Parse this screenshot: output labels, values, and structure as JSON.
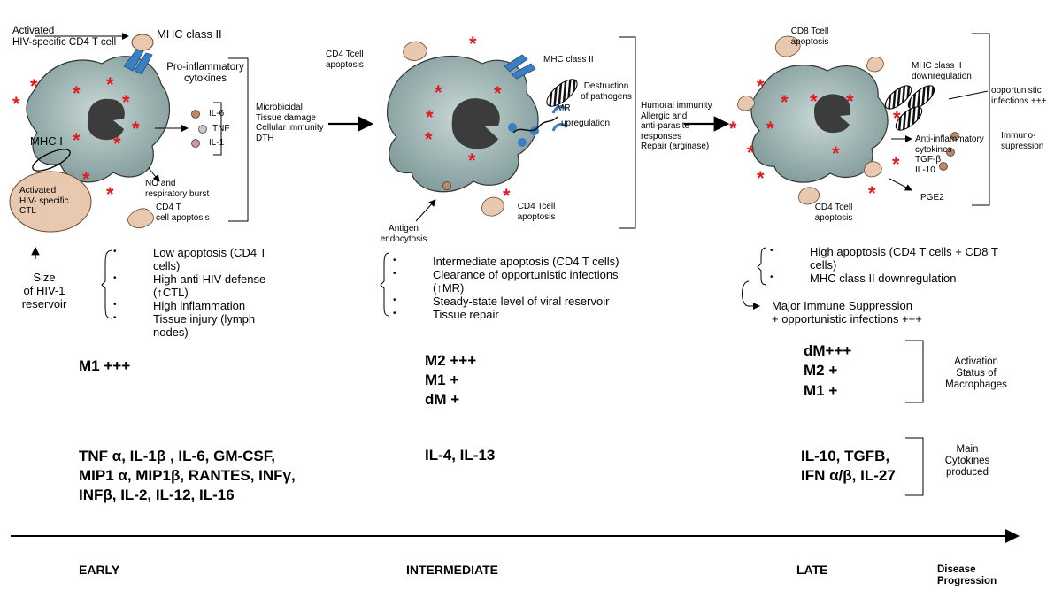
{
  "early": {
    "activated_cd4": "Activated\nHIV-specific CD4 T cell",
    "mhc_class_ii": "MHC class II",
    "pro_inflammatory": "Pro-inflammatory\ncytokines",
    "cytokines": [
      "IL-6",
      "TNF",
      "IL-1"
    ],
    "effects": "Microbicidal\nTissue damage\nCellular immunity\nDTH",
    "mhc_i": "MHC I",
    "ctl": "Activated\nHIV- specific\nCTL",
    "no_burst": "NO and\nrespiratory burst",
    "cd4_apoptosis": "CD4 T\ncell apoptosis",
    "reservoir_label": "Size\nof HIV-1\nreservoir",
    "bullets": [
      "Low apoptosis (CD4 T\ncells)",
      "High anti-HIV defense\n(↑CTL)",
      "High inflammation",
      "Tissue injury (lymph\nnodes)"
    ],
    "activation": [
      "M1 +++"
    ],
    "cytokines_produced": "TNF α, IL-1β , IL-6, GM-CSF,\nMIP1 α, MIP1β, RANTES, INFγ,\nINFβ, IL-2, IL-12, IL-16",
    "stage": "EARLY"
  },
  "intermediate": {
    "cd4_apoptosis_top": "CD4 Tcell\napoptosis",
    "mhc_class_ii": "MHC class II",
    "destruction": "Destruction\nof pathogens",
    "mr": "MR",
    "upregulation": "upregulation",
    "effects": "Humoral immunity\nAllergic and\nanti-parasite\nresponses\nRepair (arginase)",
    "antigen": "Antigen\nendocytosis",
    "cd4_apoptosis_bottom": "CD4 Tcell\napoptosis",
    "bullets": [
      "Intermediate apoptosis (CD4 T cells)",
      "Clearance of opportunistic infections\n(↑MR)",
      "Steady-state level of viral reservoir",
      "Tissue repair"
    ],
    "activation": [
      "M2 +++",
      "M1 +",
      "dM +"
    ],
    "cytokines_produced": "IL-4, IL-13",
    "stage": "INTERMEDIATE"
  },
  "late": {
    "cd8_apoptosis": "CD8 Tcell\napoptosis",
    "mhc_down": "MHC class II\ndownregulation",
    "opportunistic": "opportunistic\ninfections +++",
    "anti_inflammatory": "Anti-inflammatory\ncytokines\nTGF-β\nIL-10",
    "immuno": "Immuno-\nsupression",
    "pge2": "PGE2",
    "cd4_apoptosis": "CD4 Tcell\napoptosis",
    "bullets": [
      "High apoptosis (CD4 T cells + CD8 T\ncells)",
      "MHC class II downregulation"
    ],
    "suppression": "Major Immune Suppression\n+ opportunistic infections +++",
    "activation": [
      "dM+++",
      "M2 +",
      "M1 +"
    ],
    "cytokines_produced": "IL-10, TGFB,\nIFN α/β, IL-27",
    "stage": "LATE"
  },
  "right_labels": {
    "activation_status": "Activation\nStatus of\nMacrophages",
    "main_cytokines": "Main\nCytokines\nproduced",
    "disease_progression": "Disease\nProgression"
  },
  "colors": {
    "cell": "#8fa7a6",
    "nucleus": "#3c3c3c",
    "receptor": "#3a7fc1",
    "star": "#e01b1b",
    "ctl": "#e8c9b0"
  }
}
